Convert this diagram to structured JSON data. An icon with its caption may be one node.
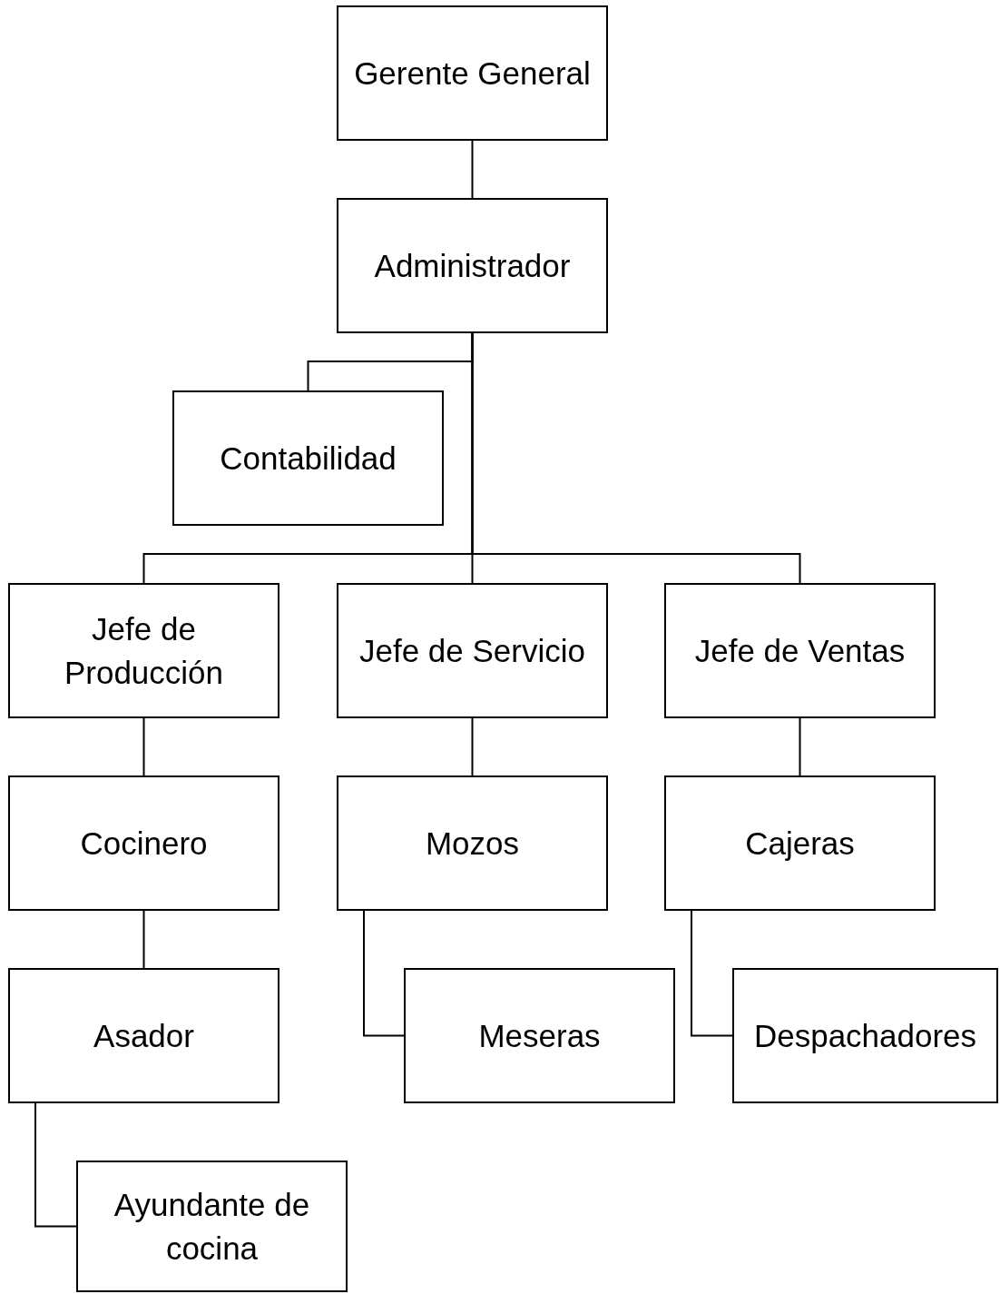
{
  "diagram": {
    "nodes": [
      {
        "text": [
          "Gerente General"
        ]
      },
      {
        "text": [
          "Administrador"
        ]
      },
      {
        "text": [
          "Contabilidad"
        ]
      },
      {
        "text": [
          "Jefe de Producción"
        ]
      },
      {
        "text": [
          "Jefe de Servicio"
        ]
      },
      {
        "text": [
          "Jefe de Ventas"
        ]
      },
      {
        "text": [
          "Cocinero"
        ]
      },
      {
        "text": [
          "Mozos"
        ]
      },
      {
        "text": [
          "Cajeras"
        ]
      },
      {
        "text": [
          "Asador"
        ]
      },
      {
        "text": [
          "Meseras"
        ]
      },
      {
        "text": [
          "Despachadores"
        ]
      },
      {
        "text": [
          "Ayundante de cocina"
        ]
      }
    ],
    "edges": [
      {
        "from": 0,
        "to": 1,
        "arrow": "none"
      },
      {
        "from": 1,
        "to": 2,
        "arrow": "none"
      },
      {
        "from": 1,
        "to": 3,
        "arrow": "none"
      },
      {
        "from": 1,
        "to": 4,
        "arrow": "none"
      },
      {
        "from": 1,
        "to": 5,
        "arrow": "none"
      },
      {
        "from": 3,
        "to": 6,
        "arrow": "none"
      },
      {
        "from": 4,
        "to": 7,
        "arrow": "none"
      },
      {
        "from": 5,
        "to": 8,
        "arrow": "none"
      },
      {
        "from": 6,
        "to": 9,
        "arrow": "none"
      },
      {
        "from": 7,
        "to": 10,
        "arrow": "none"
      },
      {
        "from": 8,
        "to": 11,
        "arrow": "none"
      },
      {
        "from": 9,
        "to": 12,
        "arrow": "none"
      }
    ]
  }
}
